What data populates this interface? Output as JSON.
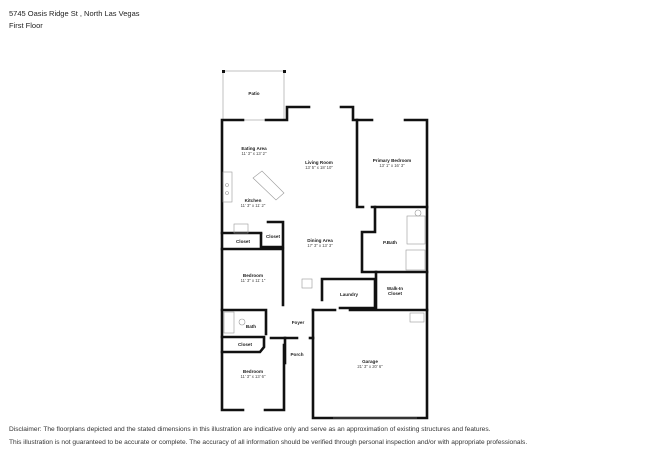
{
  "header": {
    "address": "5745 Oasis Ridge St , North Las Vegas",
    "floor": "First Floor"
  },
  "rooms": [
    {
      "name": "Patio",
      "dims": ""
    },
    {
      "name": "Eating Area",
      "dims": "11' 3\" x 13' 2\""
    },
    {
      "name": "Living Room",
      "dims": "13' 5\" x 18' 10\""
    },
    {
      "name": "Primary Bedroom",
      "dims": "13' 1\" x 16' 3\""
    },
    {
      "name": "Kitchen",
      "dims": "11' 3\" x 11' 2\""
    },
    {
      "name": "Closet",
      "dims": ""
    },
    {
      "name": "Closet",
      "dims": ""
    },
    {
      "name": "Dining Area",
      "dims": "17' 3\" x 13' 3\""
    },
    {
      "name": "P.Bath",
      "dims": ""
    },
    {
      "name": "Bedroom",
      "dims": "11' 3\" x 11' 1\""
    },
    {
      "name": "Laundry",
      "dims": ""
    },
    {
      "name": "Walk-In",
      "dims": "Closet"
    },
    {
      "name": "Bath",
      "dims": ""
    },
    {
      "name": "Foyer",
      "dims": ""
    },
    {
      "name": "Closet",
      "dims": ""
    },
    {
      "name": "Porch",
      "dims": ""
    },
    {
      "name": "Garage",
      "dims": "21' 3\" x 20' 6\""
    },
    {
      "name": "Bedroom",
      "dims": "11' 3\" x 13' 6\""
    }
  ],
  "disclaimer": {
    "line1": "Disclaimer: The floorplans depicted and the stated dimensions in this illustration are indicative only and serve as an approximation of existing structures and features.",
    "line2": "This illustration is not guaranteed to be accurate or complete. The accuracy of all information should be verified through personal inspection and/or with appropriate professionals."
  }
}
